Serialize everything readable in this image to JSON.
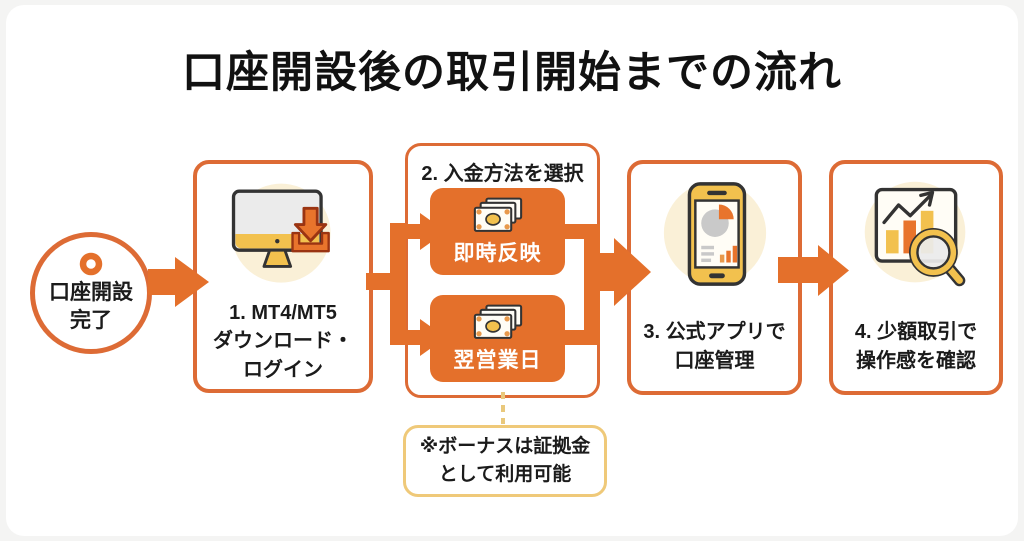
{
  "title": "口座開設後の取引開始までの流れ",
  "start": {
    "lines": [
      "口座開設",
      "完了"
    ]
  },
  "steps": [
    {
      "icon": "computer-download-icon",
      "lines": [
        "1. MT4/MT5",
        "ダウンロード・",
        "ログイン"
      ]
    },
    {
      "icon": "money-bills-icon",
      "header": "2. 入金方法を選択",
      "options": [
        {
          "label": "即時反映"
        },
        {
          "label": "翌営業日"
        }
      ]
    },
    {
      "icon": "smartphone-chart-icon",
      "lines": [
        "3. 公式アプリで",
        "口座管理"
      ]
    },
    {
      "icon": "chart-magnifier-icon",
      "lines": [
        "4. 少額取引で",
        "操作感を確認"
      ]
    }
  ],
  "note": {
    "lines": [
      "※ボーナスは証拠金",
      "として利用可能"
    ]
  },
  "colors": {
    "primary_orange": "#E4702B",
    "box_border_orange": "#DD6B35",
    "accent_yellow": "#F2C14E",
    "icon_orange": "#E8742C",
    "note_border_gold": "#EFC979",
    "dash_gold": "#E9C87C",
    "icon_bg_cream": "#FAF0D7",
    "text_black": "#1B1B1B",
    "page_bg": "#F4F4F3",
    "card_bg": "#FFFFFF"
  }
}
